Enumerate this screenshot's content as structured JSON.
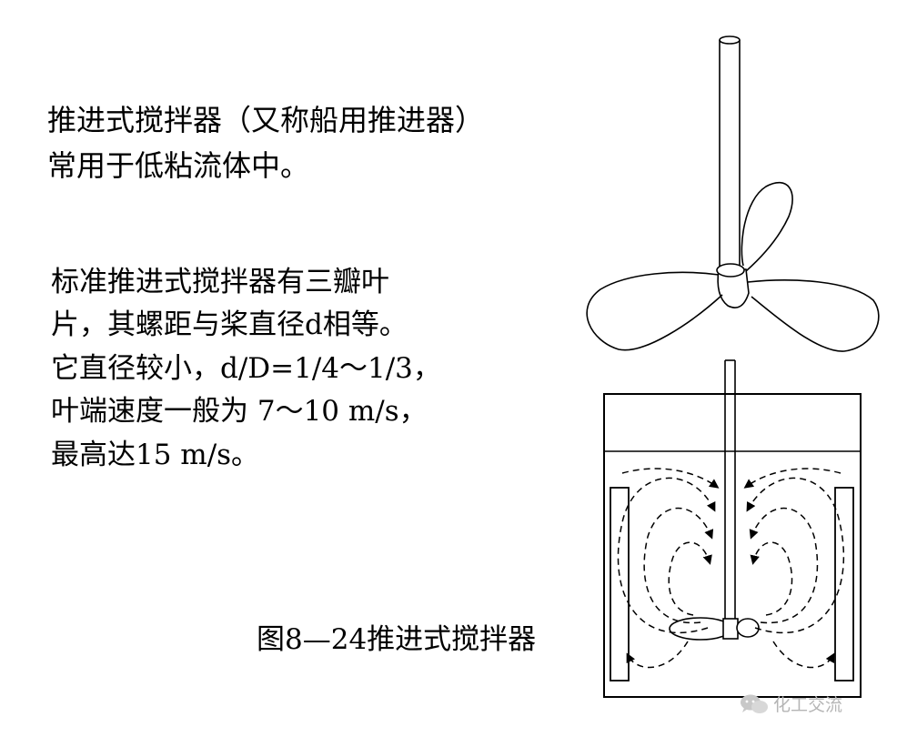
{
  "intro": {
    "line1": "推进式搅拌器（又称船用推进器）",
    "line2": "常用于低粘流体中。"
  },
  "description": {
    "lines": [
      "标准推进式搅拌器有三瓣叶",
      "片，其螺距与桨直径d相等。",
      "它直径较小，d/D=1/4～1/3，",
      "叶端速度一般为 7～10 m/s，",
      "最高达15 m/s。"
    ]
  },
  "figure": {
    "caption": "图8—24推进式搅拌器"
  },
  "watermark": {
    "text": "化工交流",
    "icon": "wechat-icon"
  }
}
